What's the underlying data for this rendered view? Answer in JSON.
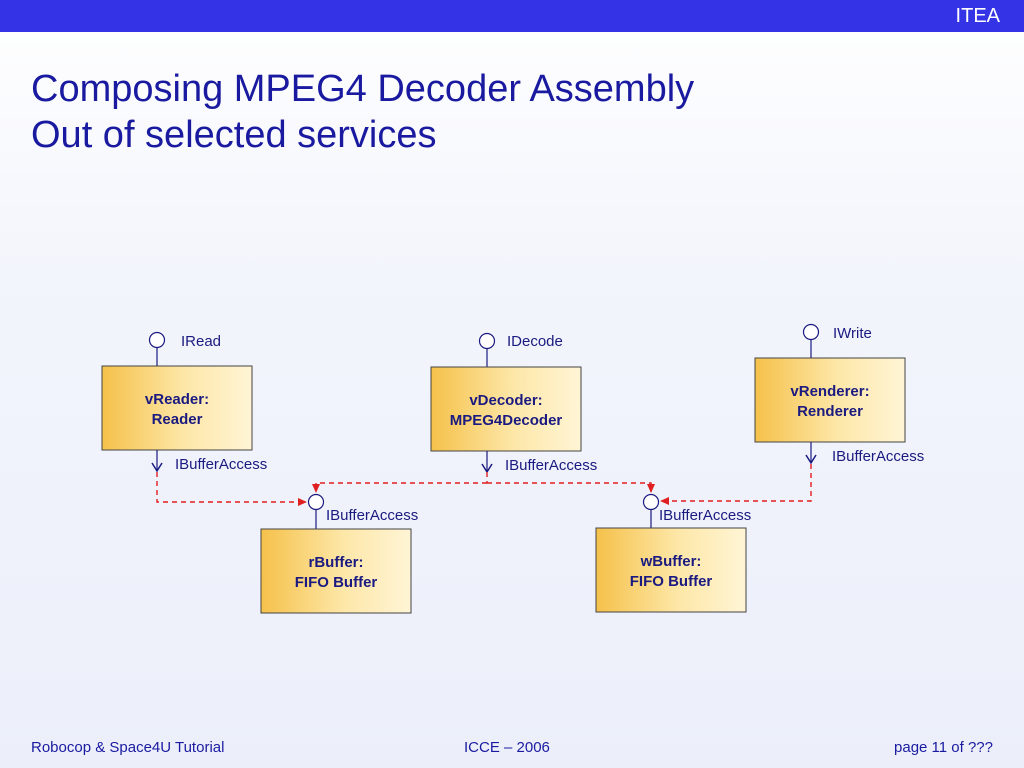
{
  "header": {
    "brand": "ITEA",
    "bar_color": "#3434e6"
  },
  "title": {
    "line1": "Composing MPEG4 Decoder Assembly",
    "line2": "Out of selected services"
  },
  "components": [
    {
      "id": "vreader",
      "line1": "vReader:",
      "line2": "Reader"
    },
    {
      "id": "vdecoder",
      "line1": "vDecoder:",
      "line2": "MPEG4Decoder"
    },
    {
      "id": "vrenderer",
      "line1": "vRenderer:",
      "line2": "Renderer"
    },
    {
      "id": "rbuffer",
      "line1": "rBuffer:",
      "line2": "FIFO Buffer"
    },
    {
      "id": "wbuffer",
      "line1": "wBuffer:",
      "line2": "FIFO Buffer"
    }
  ],
  "interfaces": {
    "vreader_provided": "IRead",
    "vdecoder_provided": "IDecode",
    "vrenderer_provided": "IWrite",
    "vreader_required": "IBufferAccess",
    "vdecoder_required": "IBufferAccess",
    "vrenderer_required": "IBufferAccess",
    "rbuffer_provided": "IBufferAccess",
    "wbuffer_provided": "IBufferAccess"
  },
  "colors": {
    "box_fill_light": "#fff3c8",
    "box_fill_dark": "#f5c14a",
    "connector": "#e02020",
    "line": "#1a1a80",
    "text": "#1a1aa0"
  },
  "footer": {
    "left": "Robocop & Space4U Tutorial",
    "center": "ICCE – 2006",
    "right": "page 11 of ???"
  }
}
